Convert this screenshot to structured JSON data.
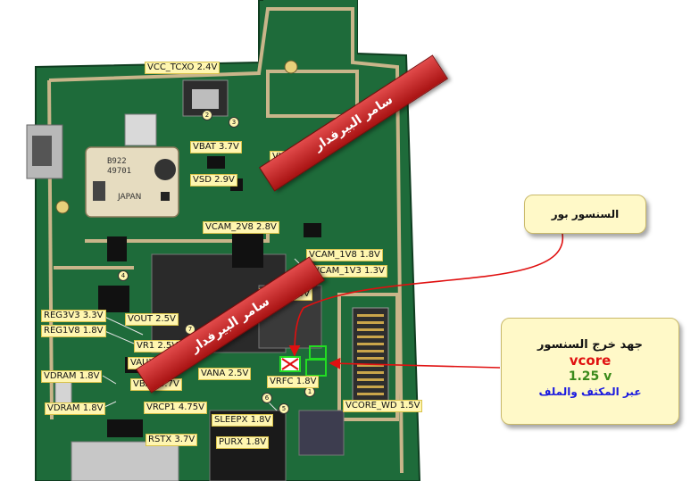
{
  "labels": {
    "vcc_tcxo": "VCC_TCXO 2.4V",
    "vbat_top": "VBAT 3.7V",
    "vio": "VIO 1.8V",
    "vsd": "VSD 2.9V",
    "vcam_2v8": "VCAM_2V8 2.8V",
    "vcam_1v8": "VCAM_1V8 1.8V",
    "vcam_1v3": "VCAM_1V3 1.3V",
    "vaud": "VAUD 3.0V",
    "reg3v3": "REG3V3 3.3V",
    "reg1v8": "REG1V8 1.8V",
    "vout": "VOUT 2.5V",
    "vr1": "VR1 2.5V",
    "vaux": "VAUX",
    "vdram1": "VDRAM 1.8V",
    "vdram2": "VDRAM 1.8V",
    "vbat_bottom": "VBAT 3.7V",
    "vana": "VANA 2.5V",
    "vrfc": "VRFC 1.8V",
    "vrcp1": "VRCP1 4.75V",
    "sleepx": "SLEEPX 1.8V",
    "purx": "PURX 1.8V",
    "rstx": "RSTX 3.7V",
    "vcore_wd": "VCORE_WD 1.5V"
  },
  "banners": {
    "top": "سامر البيرفدار",
    "middle": "سامر البيرفدار"
  },
  "notes": {
    "sensor_power": "السنسور بور",
    "output_title": "جهد خرج السنسور",
    "output_name": "vcore",
    "output_value": "1.25 v",
    "output_via": "عبر المكثف والملف"
  },
  "pcb_text": {
    "chip_code1": "B922",
    "chip_code2": "49701",
    "chip_brand": "JAPAN"
  },
  "markers": [
    "1",
    "2",
    "3",
    "4",
    "5",
    "6",
    "7"
  ],
  "colors": {
    "pcb": "#1e6b3a",
    "trace": "#c9b58a",
    "banner": "#c42020",
    "label_bg": "#fff6b0",
    "arrow": "#e01010",
    "vcore": "#e01010",
    "value": "#3a8a1a",
    "via": "#1a1ae0"
  }
}
